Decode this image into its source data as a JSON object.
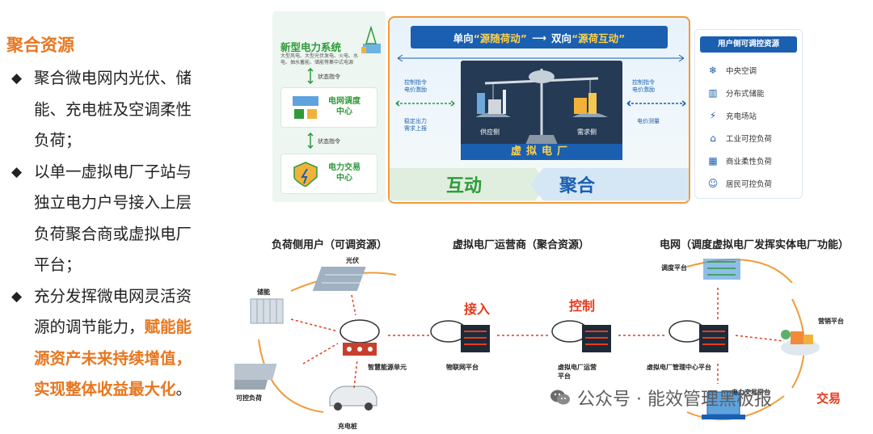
{
  "left": {
    "heading": "聚合资源",
    "bullets": [
      {
        "lines": [
          "聚合微电网内光伏、储",
          "能、充电桩及空调柔性",
          "负荷；"
        ]
      },
      {
        "lines": [
          "以单一虚拟电厂子站与",
          "独立电力户号接入上层",
          "负荷聚合商或虚拟电厂",
          "平台；"
        ]
      }
    ],
    "bullet3": {
      "line1": "充分发挥微电网灵活资",
      "line2_plain": "源的调节能力，",
      "line2_hl": "赋能能",
      "line3_hl": "源资产未来持续增值，",
      "line4_hl": "实现整体收益最大化",
      "line4_end": "。"
    },
    "bullet_symbol": "◆"
  },
  "top": {
    "left_panel": {
      "title": "新型电力系统",
      "desc": [
        "大型风电、大型光伏发电、火电、水",
        "电、抽水蓄能、储能等集中式电源"
      ],
      "state1": "状态指令",
      "box1": "电网调度\n中心",
      "state2": "状态指令",
      "box2": "电力交易\n中心"
    },
    "banner": {
      "part1": "单向",
      "q1": "“源随荷动”",
      "arrow": "⟶",
      "part2": "双向",
      "q2": "“源荷互动”"
    },
    "left_arrows": {
      "a1": "控制指令\n电价激励",
      "a2": "稳定出力\n需求上报"
    },
    "right_arrows": {
      "a1": "控制指令\n电价激励",
      "a2": "电价测量"
    },
    "supply": "供应侧",
    "demand": "需求侧",
    "vpp": "虚拟电厂",
    "hudong": "互动",
    "juhe": "聚合",
    "right_panel": {
      "header": "用户侧可调控资源",
      "items": [
        {
          "icon": "fan-icon",
          "glyph": "❄",
          "label": "中央空调"
        },
        {
          "icon": "battery-icon",
          "glyph": "▥",
          "label": "分布式储能"
        },
        {
          "icon": "charger-icon",
          "glyph": "⚡",
          "label": "充电场站"
        },
        {
          "icon": "factory-icon",
          "glyph": "⌂",
          "label": "工业可控负荷"
        },
        {
          "icon": "building-icon",
          "glyph": "▦",
          "label": "商业柔性负荷"
        },
        {
          "icon": "people-icon",
          "glyph": "☺",
          "label": "居民可控负荷"
        }
      ]
    }
  },
  "bottom": {
    "head1": "负荷侧用户（可调资源）",
    "head2": "虚拟电厂运营商（聚合资源）",
    "head3": "电网（调度虚拟电厂发挥实体电厂功能）",
    "pv": "光伏",
    "storage": "储能",
    "controllable": "可控负荷",
    "charger": "充电桩",
    "smart_unit": "智慧能源单元",
    "iot": "物联网平台",
    "access": "接入",
    "control": "控制",
    "vpp_operator": "虚拟电厂运营\n平台",
    "vpp_mgmt": "虚拟电厂管理中心平台",
    "dispatch": "调度平台",
    "marketing": "营销平台",
    "trading_platform": "电力交易平台",
    "trade": "交易"
  },
  "watermark": "公众号 · 能效管理黑板报",
  "colors": {
    "orange": "#e8761f",
    "blue": "#1a5fb0",
    "green": "#2f9a3a",
    "red": "#e63b1f"
  }
}
